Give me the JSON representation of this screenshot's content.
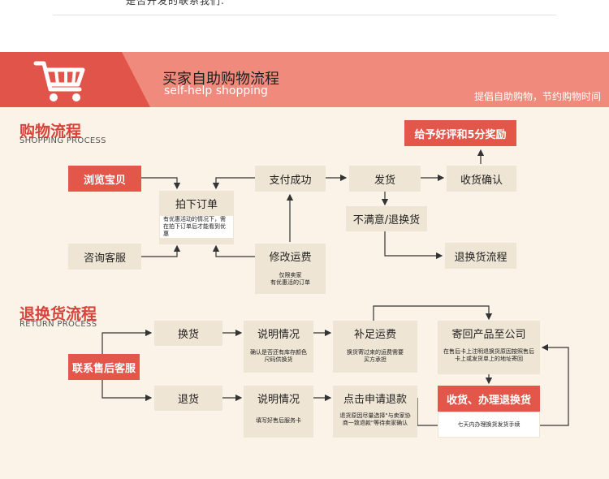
{
  "top": {
    "cut_text": "是否开发的联系我们."
  },
  "banner": {
    "title": "买家自助购物流程",
    "subtitle": "self-help shopping",
    "right_text": "提倡自助购物，节约购物时间",
    "colors": {
      "light": "#f08a7c",
      "dark": "#e0544a"
    }
  },
  "shopping": {
    "title": "购物流程",
    "subtitle": "SHOPPING PROCESS",
    "browse": "浏览宝贝",
    "consult": "咨询客服",
    "order": "拍下订单",
    "order_note": "有优惠活动的情况下，需在拍下订单后才能看到优惠",
    "pay": "支付成功",
    "modify": "修改运费",
    "modify_note": "仅限卖家\n有优惠活的订单",
    "ship": "发货",
    "confirm": "收货确认",
    "reward": "给予好评和5分奖励",
    "unsatisfied": "不满意/退换货",
    "return_flow": "退换货流程"
  },
  "returns": {
    "title": "退换货流程",
    "subtitle": "RETURN PROCESS",
    "contact": "联系售后客服",
    "exchange": "换货",
    "explain1": "说明情况",
    "explain1_note": "确认是否还有库存颜色尺码供换货",
    "shipping_fee": "补足运费",
    "shipping_fee_note": "换货寄过来的运费需要买方承担",
    "send_back": "寄回产品至公司",
    "send_back_note": "在售后卡上注明退换货原因按照售后卡上或发货单上的地址寄回",
    "refund": "退货",
    "explain2": "说明情况",
    "explain2_note": "填写好售后服务卡",
    "apply": "点击申请退款",
    "apply_note": "退货原因尽量选择\"与卖家协商一致退款\"等待卖家确认",
    "receive": "收货、办理退换货",
    "receive_note": "七天内办理换货发货手续"
  }
}
